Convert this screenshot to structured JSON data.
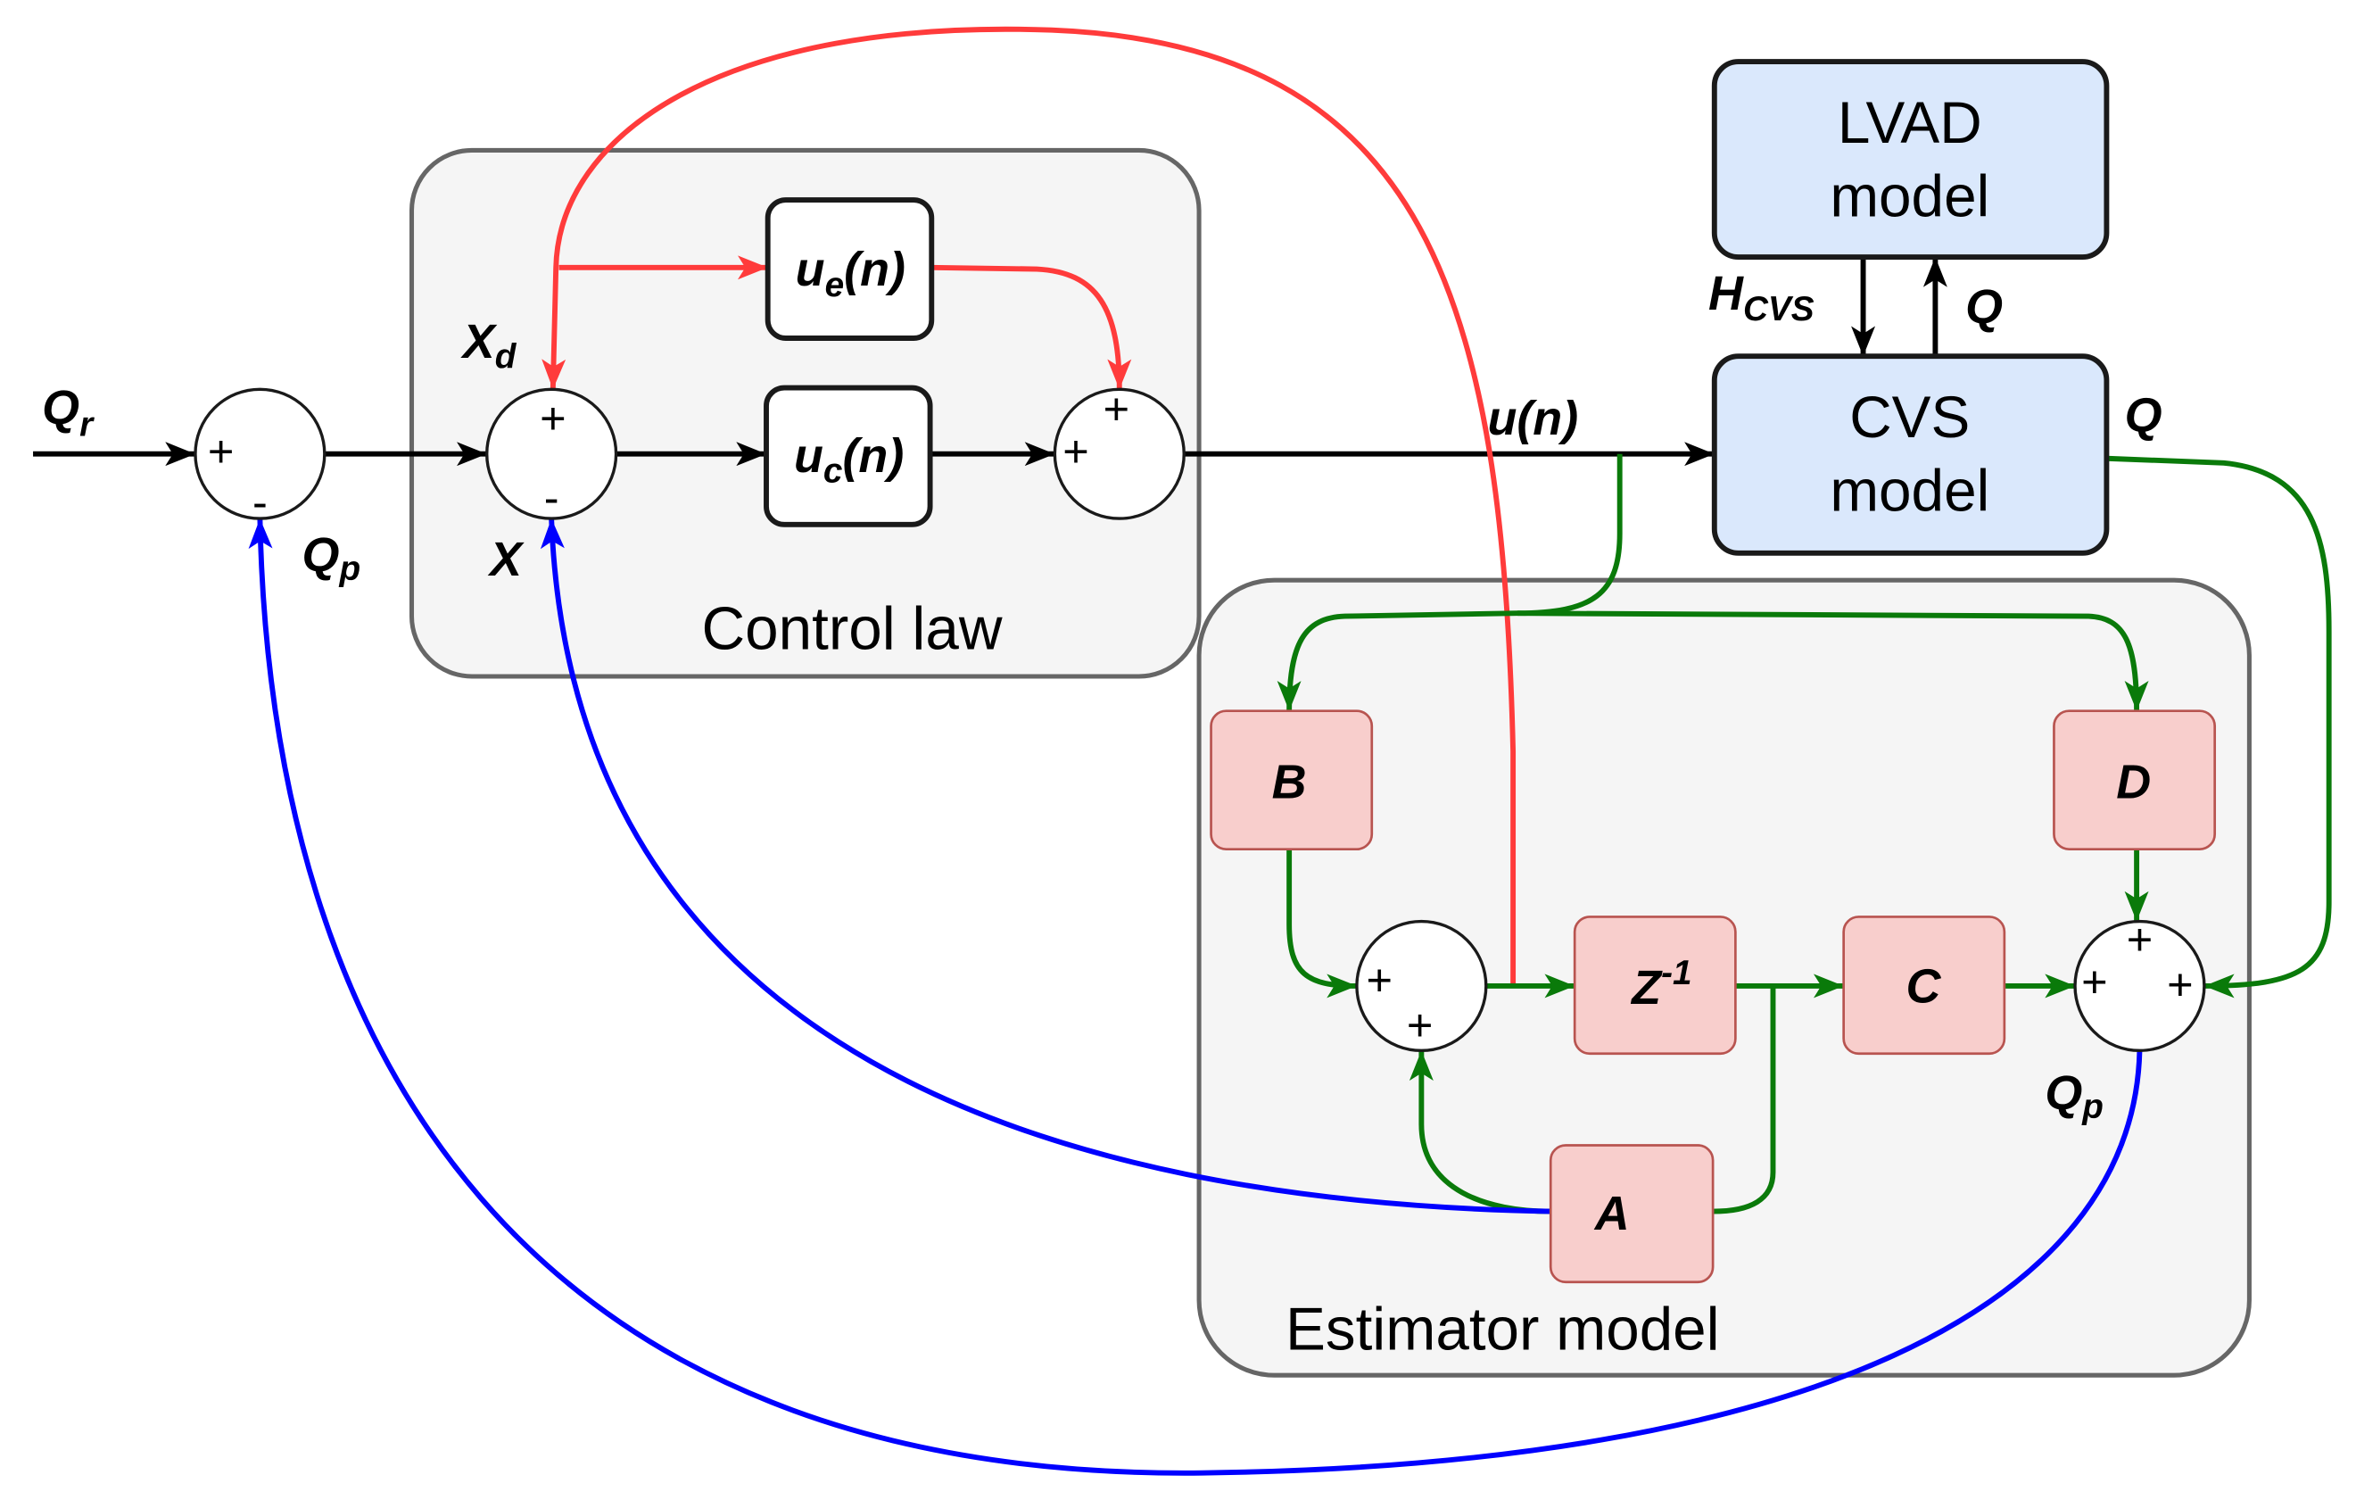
{
  "diagram": {
    "groups": {
      "control_law": "Control law",
      "estimator_model": "Estimator model"
    },
    "blocks": {
      "lvad": {
        "line1": "LVAD",
        "line2": "model"
      },
      "cvs": {
        "line1": "CVS",
        "line2": "model"
      },
      "ue": {
        "base": "u",
        "sub": "e",
        "suffix": "(n)"
      },
      "uc": {
        "base": "u",
        "sub": "c",
        "suffix": "(n)"
      },
      "b": "B",
      "d": "D",
      "z_inv": {
        "base": "Z",
        "sup": "-1"
      },
      "c": "C",
      "a": "A"
    },
    "signals": {
      "qr": {
        "base": "Q",
        "sub": "r"
      },
      "qp_control": {
        "base": "Q",
        "sub": "p"
      },
      "xd": {
        "base": "X",
        "sub": "d"
      },
      "x": "X",
      "u_n": "u(n)",
      "h_cvs": {
        "base": "H",
        "sub": "CVS"
      },
      "q_lvad": "Q",
      "q_cvs": "Q",
      "qp_estimator": {
        "base": "Q",
        "sub": "p"
      }
    },
    "sum_junctions": {
      "flow_error": [
        "+",
        "-"
      ],
      "state_error": [
        "+",
        "-"
      ],
      "control_sum": [
        "+",
        "+"
      ],
      "state_update": [
        "+",
        "+"
      ],
      "output_sum": [
        "+",
        "+",
        "+"
      ]
    }
  },
  "colors": {
    "feedforward_path": "#ff3b3b",
    "estimator_path": "#0a7a0a",
    "feedback_path": "#0000ff",
    "signal_path": "#000000",
    "plant_block_fill": "#dae8fc",
    "estimator_block_fill": "#f8cecc",
    "estimator_block_stroke": "#b85450",
    "group_fill": "#f5f5f5",
    "group_stroke": "#666666"
  }
}
